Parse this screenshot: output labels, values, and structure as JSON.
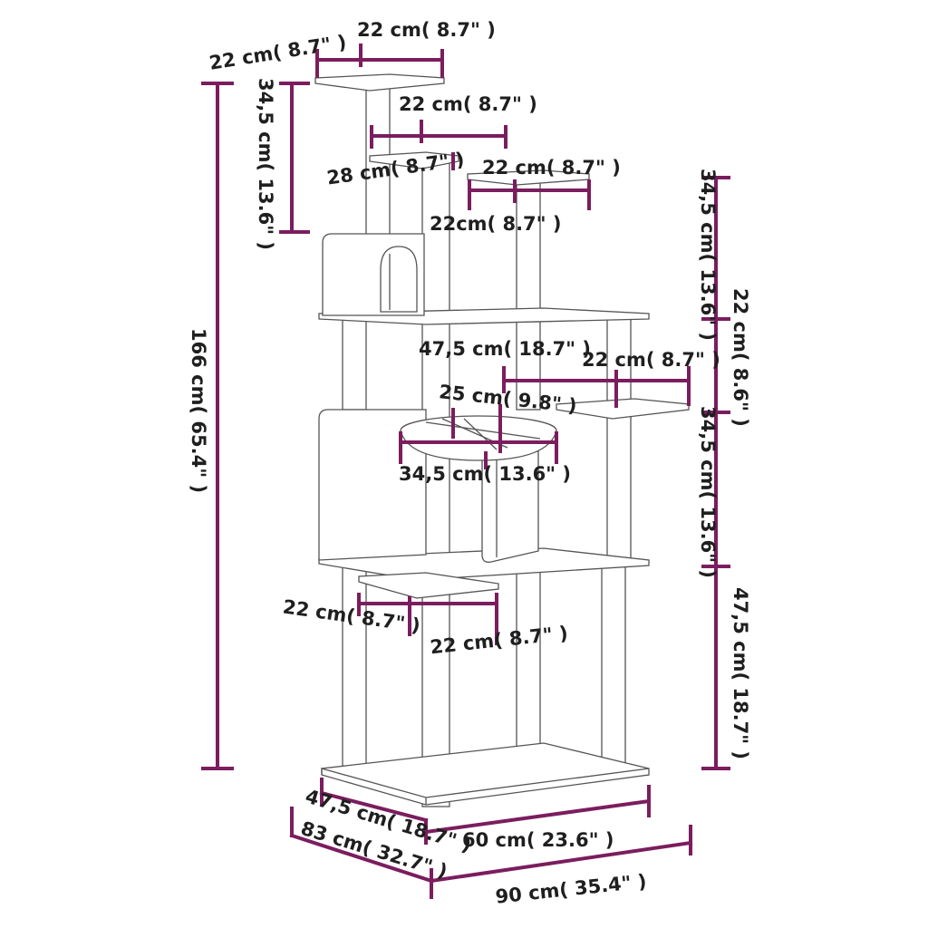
{
  "labels": {
    "top_platform_depth": "22 cm( 8.7\" )",
    "top_platform_width": "22 cm( 8.7\" )",
    "top_post_height": "34,5 cm( 13.6\" )",
    "second_platform_width": "22 cm( 8.7\" )",
    "second_platform_depth": "28 cm( 8.7\" )",
    "third_platform_width": "22 cm( 8.7\" )",
    "third_platform_depth": "22cm( 8.7\" )",
    "right_upper_height": "34,5 cm( 13.6\" )",
    "total_height": "166 cm( 65.4\" )",
    "right_middle_gap": "22 cm( 8.6\" )",
    "side_shelf_length": "47,5 cm( 18.7\" )",
    "side_shelf_width": "22 cm( 8.7\" )",
    "hammock_depth": "25 cm( 9.8\" )",
    "hammock_width": "34,5 cm( 13.6\" )",
    "right_lower_height": "34,5 cm( 13.6\" )",
    "step_depth": "22 cm( 8.7\" )",
    "step_width": "22 cm( 8.7\" )",
    "base_height": "47,5 cm( 18.7\" )",
    "base_depth": "47,5 cm( 18.7\" )",
    "base_width": "60 cm( 23.6\" )",
    "overall_depth": "83 cm( 32.7\" )",
    "overall_width": "90 cm( 35.4\" )"
  },
  "colors": {
    "dimension_line": "#7b1d5e",
    "outline": "#555555",
    "text": "#1f1f1f"
  }
}
